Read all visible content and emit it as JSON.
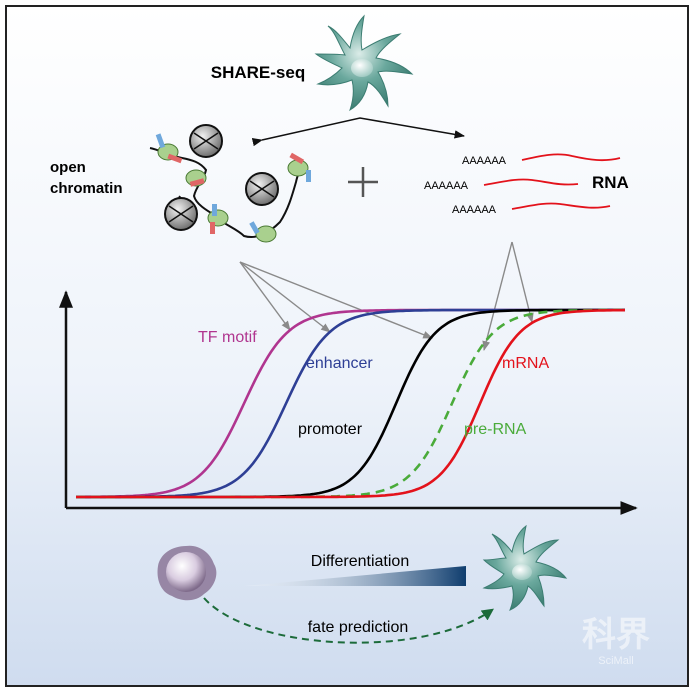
{
  "top": {
    "method": "SHARE-seq",
    "chromatin_label_line1": "open",
    "chromatin_label_line2": "chromatin",
    "rna_label": "RNA",
    "polya": [
      "AAAAAA",
      "AAAAAA",
      "AAAAAA"
    ]
  },
  "curves": [
    {
      "name": "TF motif",
      "color": "#b0358f",
      "dashed": false
    },
    {
      "name": "enhancer",
      "color": "#2e3f95",
      "dashed": false
    },
    {
      "name": "promoter",
      "color": "#000000",
      "dashed": false
    },
    {
      "name": "pre-RNA",
      "color": "#4aab3a",
      "dashed": true
    },
    {
      "name": "mRNA",
      "color": "#e3121b",
      "dashed": false
    }
  ],
  "bottom": {
    "differentiation": "Differentiation",
    "fate_prediction": "fate prediction"
  },
  "watermark": {
    "main": "科界",
    "sub": "SciMall"
  },
  "colors": {
    "tf_motif": "#b0358f",
    "enhancer": "#2e3f95",
    "promoter": "#000000",
    "pre_rna": "#4aab3a",
    "mrna": "#e3121b",
    "cell": "#4d8f84",
    "gradient_dark": "#0f3d6e",
    "dashed_arrow": "#1c6b3a"
  }
}
